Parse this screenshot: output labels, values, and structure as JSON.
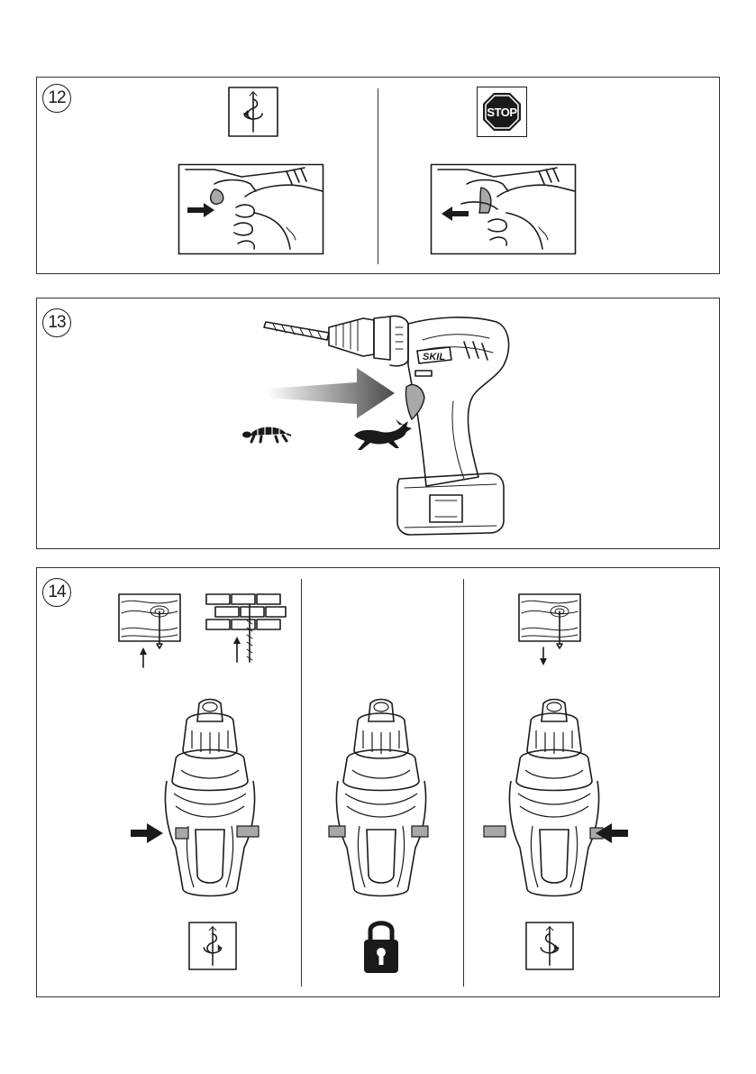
{
  "panels": {
    "p12": {
      "number": "12"
    },
    "p13": {
      "number": "13",
      "brand": "SKIL"
    },
    "p14": {
      "number": "14"
    }
  },
  "icons": {
    "stop_sign": {
      "text": "STOP",
      "name": "stop-sign-icon",
      "color": "#1a1a1a"
    },
    "rotation_forward": "rotation-arrow-icon",
    "rotation_reverse": "rotation-reverse-arrow-icon",
    "padlock": "padlock-icon",
    "tortoise": "tortoise-icon",
    "hare": "hare-icon"
  },
  "colors": {
    "line": "#1a1a1a",
    "highlight_gray": "#a8a8a8",
    "gradient_dark": "#4a4a4a"
  }
}
